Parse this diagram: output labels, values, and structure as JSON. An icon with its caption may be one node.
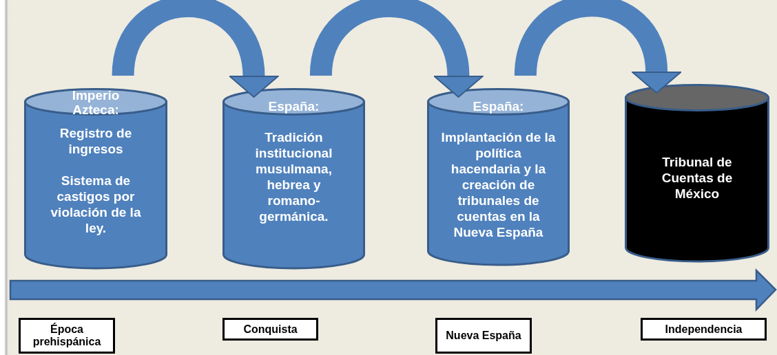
{
  "diagram": {
    "nodes": [
      {
        "text": [
          "Imperio Azteca:",
          "Registro de ingresos",
          "Sistema de castigos por violación de la ley."
        ]
      },
      {
        "text": [
          "España:",
          "Tradición institucional musulmana, hebrea y romano-germánica."
        ]
      },
      {
        "text": [
          "España:",
          "Implantación de la política hacendaria y la creación de tribunales de cuentas en la Nueva España"
        ]
      },
      {
        "text": [
          "Tribunal de Cuentas de México"
        ]
      },
      {
        "text": [
          "Época prehispánica"
        ]
      },
      {
        "text": [
          "Conquista"
        ]
      },
      {
        "text": [
          "Nueva España"
        ]
      },
      {
        "text": [
          "Independencia"
        ]
      }
    ],
    "edges": [
      {
        "from": 0,
        "to": 1,
        "arrow": "to"
      },
      {
        "from": 1,
        "to": 2,
        "arrow": "to"
      },
      {
        "from": 2,
        "to": 3,
        "arrow": "to"
      }
    ]
  }
}
